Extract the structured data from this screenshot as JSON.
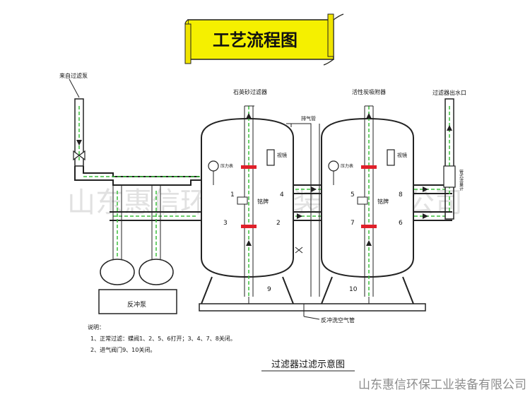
{
  "title": "工艺流程图",
  "labels": {
    "inlet": "来自过滤泵",
    "quartz": "石英砂过滤器",
    "carbon": "活性炭吸附器",
    "outlet": "过滤器出水口",
    "exhaust": "排气管",
    "sightglass1": "视镜",
    "sightglass2": "视镜",
    "pressure1": "压力表",
    "pressure2": "压力表",
    "nameplate1": "铭牌",
    "nameplate2": "铭牌",
    "flowmeter": "管式流量计",
    "pump": "反冲泵",
    "backwash": "反冲洗空气管"
  },
  "valves": [
    "1",
    "2",
    "3",
    "4",
    "5",
    "6",
    "7",
    "8",
    "9",
    "10"
  ],
  "notes": {
    "heading": "说明：",
    "line1": "1、正常过滤：蝶阀1、2、5、6打开；3、4、7、8关闭。",
    "line2": "2、进气阀门9、10关闭。"
  },
  "caption": "过滤器过滤示意图",
  "watermark": "山东惠信环保工业装备有限公司",
  "footer": "山东惠信环保工业装备有限公司",
  "colors": {
    "banner": "#f5f000",
    "flow": "#3bbf3b",
    "valve_red": "#e0202a",
    "line": "#222222"
  }
}
